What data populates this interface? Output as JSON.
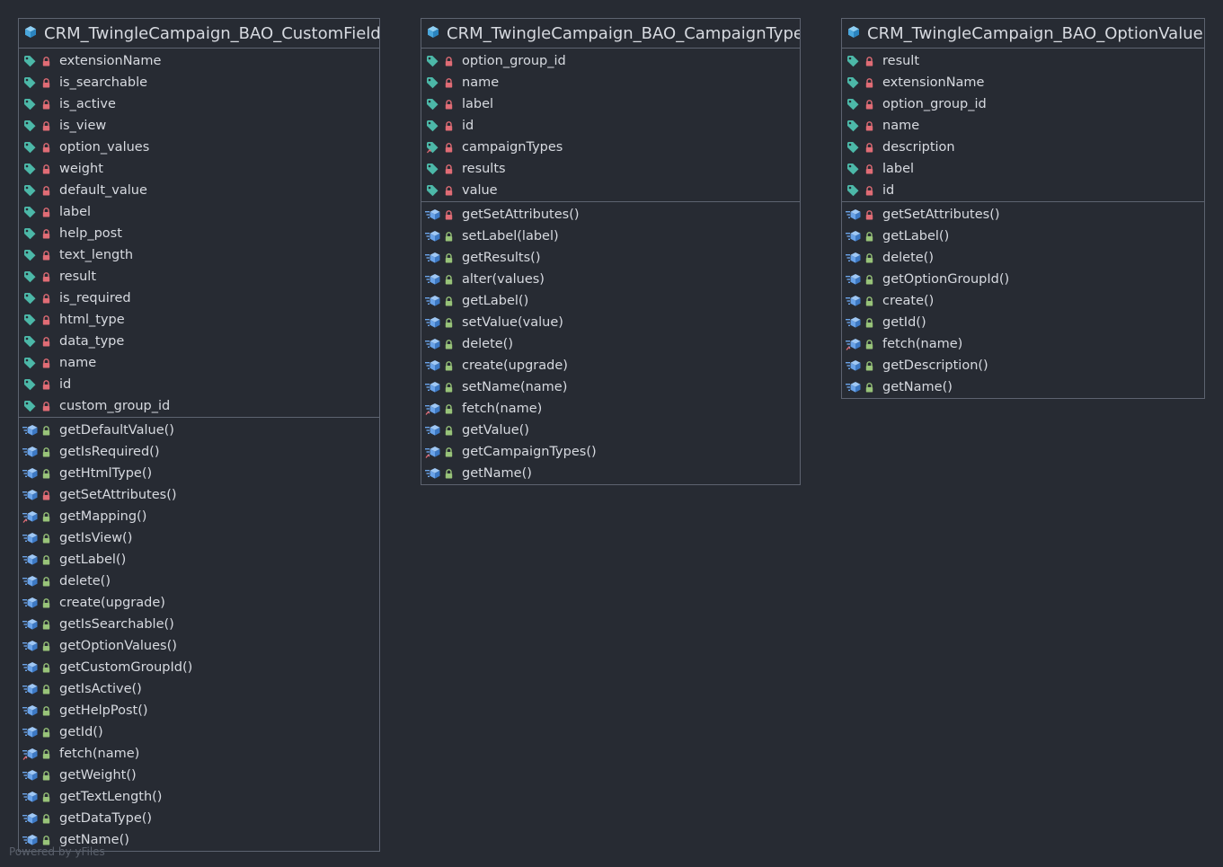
{
  "footer": "Powered by yFiles",
  "colors": {
    "background": "#272b33",
    "border": "#5d6370",
    "text": "#d7dae0",
    "cube": "#4aa7dd",
    "tag": "#4cb8a8",
    "lock_private": "#e06c75",
    "lock_public": "#98c379",
    "method": "#6aa3e8"
  },
  "classes": [
    {
      "title": "CRM_TwingleCampaign_BAO_CustomField",
      "fields": [
        {
          "name": "extensionName",
          "icon": "tag-icon",
          "vis": "private"
        },
        {
          "name": "is_searchable",
          "icon": "tag-icon",
          "vis": "private"
        },
        {
          "name": "is_active",
          "icon": "tag-icon",
          "vis": "private"
        },
        {
          "name": "is_view",
          "icon": "tag-icon",
          "vis": "private"
        },
        {
          "name": "option_values",
          "icon": "tag-icon",
          "vis": "private"
        },
        {
          "name": "weight",
          "icon": "tag-icon",
          "vis": "private"
        },
        {
          "name": "default_value",
          "icon": "tag-icon",
          "vis": "private"
        },
        {
          "name": "label",
          "icon": "tag-icon",
          "vis": "private"
        },
        {
          "name": "help_post",
          "icon": "tag-icon",
          "vis": "private"
        },
        {
          "name": "text_length",
          "icon": "tag-icon",
          "vis": "private"
        },
        {
          "name": "result",
          "icon": "tag-icon",
          "vis": "private"
        },
        {
          "name": "is_required",
          "icon": "tag-icon",
          "vis": "private"
        },
        {
          "name": "html_type",
          "icon": "tag-icon",
          "vis": "private"
        },
        {
          "name": "data_type",
          "icon": "tag-icon",
          "vis": "private"
        },
        {
          "name": "name",
          "icon": "tag-icon",
          "vis": "private"
        },
        {
          "name": "id",
          "icon": "tag-icon",
          "vis": "private"
        },
        {
          "name": "custom_group_id",
          "icon": "tag-icon",
          "vis": "private"
        }
      ],
      "methods": [
        {
          "name": "getDefaultValue()",
          "vis": "public",
          "static": false
        },
        {
          "name": "getIsRequired()",
          "vis": "public",
          "static": false
        },
        {
          "name": "getHtmlType()",
          "vis": "public",
          "static": false
        },
        {
          "name": "getSetAttributes()",
          "vis": "private",
          "static": false
        },
        {
          "name": "getMapping()",
          "vis": "public",
          "static": true
        },
        {
          "name": "getIsView()",
          "vis": "public",
          "static": false
        },
        {
          "name": "getLabel()",
          "vis": "public",
          "static": false
        },
        {
          "name": "delete()",
          "vis": "public",
          "static": false
        },
        {
          "name": "create(upgrade)",
          "vis": "public",
          "static": false
        },
        {
          "name": "getIsSearchable()",
          "vis": "public",
          "static": false
        },
        {
          "name": "getOptionValues()",
          "vis": "public",
          "static": false
        },
        {
          "name": "getCustomGroupId()",
          "vis": "public",
          "static": false
        },
        {
          "name": "getIsActive()",
          "vis": "public",
          "static": false
        },
        {
          "name": "getHelpPost()",
          "vis": "public",
          "static": false
        },
        {
          "name": "getId()",
          "vis": "public",
          "static": false
        },
        {
          "name": "fetch(name)",
          "vis": "public",
          "static": true
        },
        {
          "name": "getWeight()",
          "vis": "public",
          "static": false
        },
        {
          "name": "getTextLength()",
          "vis": "public",
          "static": false
        },
        {
          "name": "getDataType()",
          "vis": "public",
          "static": false
        },
        {
          "name": "getName()",
          "vis": "public",
          "static": false
        }
      ]
    },
    {
      "title": "CRM_TwingleCampaign_BAO_CampaignType",
      "fields": [
        {
          "name": "option_group_id",
          "icon": "tag-icon",
          "vis": "private"
        },
        {
          "name": "name",
          "icon": "tag-icon",
          "vis": "private"
        },
        {
          "name": "label",
          "icon": "tag-icon",
          "vis": "private"
        },
        {
          "name": "id",
          "icon": "tag-icon",
          "vis": "private"
        },
        {
          "name": "campaignTypes",
          "icon": "tag-static-icon",
          "vis": "private"
        },
        {
          "name": "results",
          "icon": "tag-icon",
          "vis": "private"
        },
        {
          "name": "value",
          "icon": "tag-icon",
          "vis": "private"
        }
      ],
      "methods": [
        {
          "name": "getSetAttributes()",
          "vis": "private",
          "static": false
        },
        {
          "name": "setLabel(label)",
          "vis": "public",
          "static": false
        },
        {
          "name": "getResults()",
          "vis": "public",
          "static": false
        },
        {
          "name": "alter(values)",
          "vis": "public",
          "static": false
        },
        {
          "name": "getLabel()",
          "vis": "public",
          "static": false
        },
        {
          "name": "setValue(value)",
          "vis": "public",
          "static": false
        },
        {
          "name": "delete()",
          "vis": "public",
          "static": false
        },
        {
          "name": "create(upgrade)",
          "vis": "public",
          "static": false
        },
        {
          "name": "setName(name)",
          "vis": "public",
          "static": false
        },
        {
          "name": "fetch(name)",
          "vis": "public",
          "static": true
        },
        {
          "name": "getValue()",
          "vis": "public",
          "static": false
        },
        {
          "name": "getCampaignTypes()",
          "vis": "public",
          "static": true
        },
        {
          "name": "getName()",
          "vis": "public",
          "static": false
        }
      ]
    },
    {
      "title": "CRM_TwingleCampaign_BAO_OptionValue",
      "fields": [
        {
          "name": "result",
          "icon": "tag-icon",
          "vis": "private"
        },
        {
          "name": "extensionName",
          "icon": "tag-icon",
          "vis": "private"
        },
        {
          "name": "option_group_id",
          "icon": "tag-icon",
          "vis": "private"
        },
        {
          "name": "name",
          "icon": "tag-icon",
          "vis": "private"
        },
        {
          "name": "description",
          "icon": "tag-icon",
          "vis": "private"
        },
        {
          "name": "label",
          "icon": "tag-icon",
          "vis": "private"
        },
        {
          "name": "id",
          "icon": "tag-icon",
          "vis": "private"
        }
      ],
      "methods": [
        {
          "name": "getSetAttributes()",
          "vis": "private",
          "static": false
        },
        {
          "name": "getLabel()",
          "vis": "public",
          "static": false
        },
        {
          "name": "delete()",
          "vis": "public",
          "static": false
        },
        {
          "name": "getOptionGroupId()",
          "vis": "public",
          "static": false
        },
        {
          "name": "create()",
          "vis": "public",
          "static": false
        },
        {
          "name": "getId()",
          "vis": "public",
          "static": false
        },
        {
          "name": "fetch(name)",
          "vis": "public",
          "static": true
        },
        {
          "name": "getDescription()",
          "vis": "public",
          "static": false
        },
        {
          "name": "getName()",
          "vis": "public",
          "static": false
        }
      ]
    }
  ]
}
